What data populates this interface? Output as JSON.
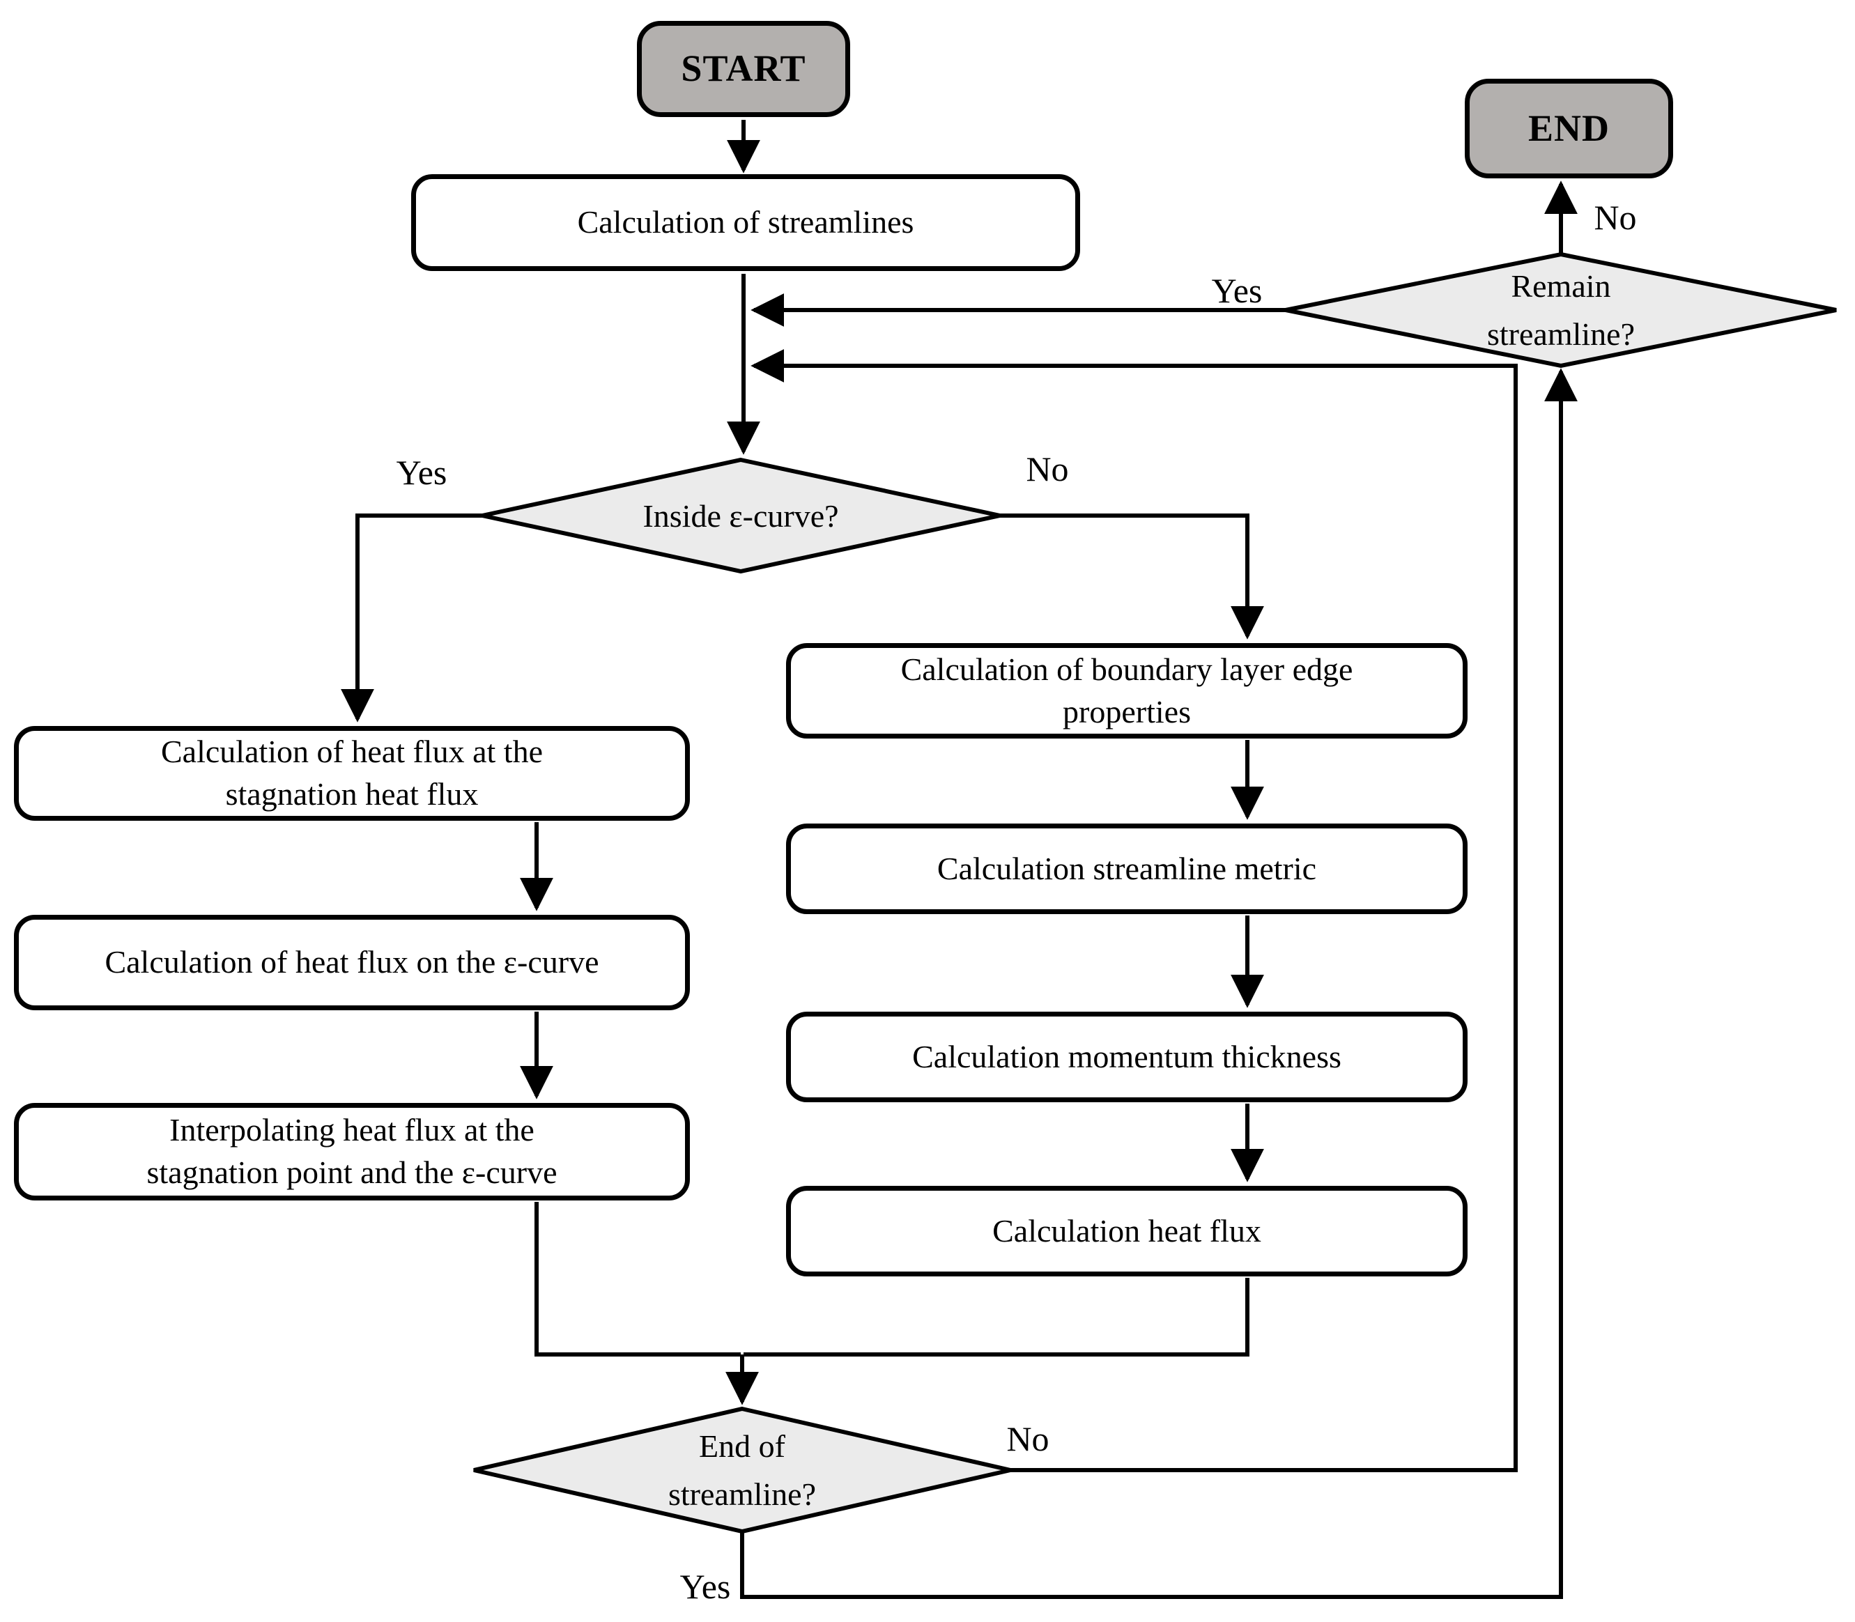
{
  "diagram": {
    "nodes": {
      "start": "START",
      "end": "END",
      "calc_streamlines": "Calculation of streamlines",
      "inside_curve": "Inside ε-curve?",
      "heat_flux_stagnation": "Calculation of heat flux at the stagnation heat flux",
      "heat_flux_curve": "Calculation of heat flux on the ε-curve",
      "interpolating": "Interpolating heat flux at the stagnation point and the ε-curve",
      "boundary_layer": "Calculation of boundary layer edge properties",
      "streamline_metric": "Calculation streamline metric",
      "momentum_thickness": "Calculation momentum thickness",
      "calc_heat_flux": "Calculation heat flux",
      "end_of_streamline": "End of streamline?",
      "remain_streamline": "Remain streamline?"
    },
    "edge_labels": {
      "inside_yes": "Yes",
      "inside_no": "No",
      "remain_yes": "Yes",
      "remain_no": "No",
      "end_no": "No",
      "end_yes": "Yes"
    },
    "colors": {
      "terminal_fill": "#b3b0ae",
      "decision_fill": "#ebebeb",
      "process_fill": "#ffffff",
      "line": "#000000"
    }
  }
}
